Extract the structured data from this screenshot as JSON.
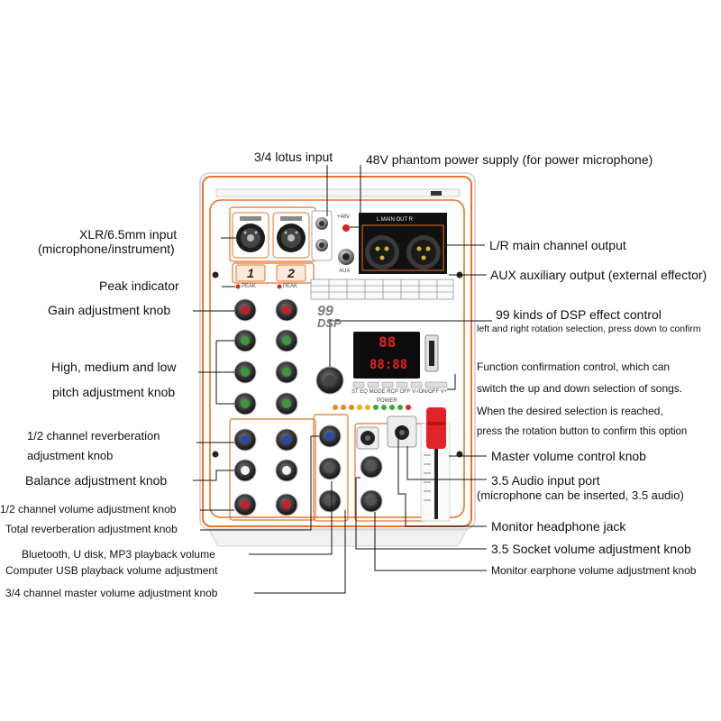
{
  "callouts": {
    "lotus_input": "3/4 lotus input",
    "phantom_power": "48V phantom power supply (for power microphone)",
    "xlr_input": "XLR/6.5mm input",
    "xlr_input_sub": "(microphone/instrument)",
    "peak_indicator": "Peak indicator",
    "gain_knob": "Gain adjustment knob",
    "eq_line1": "High, medium and low",
    "eq_line2": "pitch adjustment knob",
    "reverb_line1": "1/2 channel reverberation",
    "reverb_line2": "adjustment knob",
    "balance_knob": "Balance adjustment knob",
    "channel_volume": "1/2 channel volume adjustment knob",
    "total_reverb": "Total reverberation adjustment knob",
    "bt_volume": "Bluetooth, U disk, MP3 playback volume",
    "usb_volume": "Computer USB playback volume adjustment",
    "ch34_master": "3/4 channel master volume adjustment knob",
    "main_output": "L/R main channel output",
    "aux_output": "AUX auxiliary output (external effector)",
    "dsp_line1": "99 kinds of DSP effect control",
    "dsp_line2": "left and right rotation selection, press down to confirm",
    "function_line1": "Function confirmation control, which can",
    "function_line2": "switch the up and down selection of songs.",
    "function_line3": "When the desired selection is reached,",
    "function_line4": "press the rotation button to confirm this option",
    "master_volume": "Master volume control knob",
    "audio_input_line1": "3.5 Audio input port",
    "audio_input_line2": "(microphone can be inserted, 3.5 audio)",
    "headphone_jack": "Monitor headphone jack",
    "socket_volume": "3.5 Socket volume adjustment knob",
    "earphone_volume": "Monitor earphone volume adjustment knob"
  },
  "device": {
    "channel_1": "1",
    "channel_2": "2",
    "dsp_number": "99",
    "dsp_text": "DSP",
    "main_out_label": "L   MAIN OUT   R",
    "aux_label": "AUX",
    "phantom_label": "+48V",
    "peak_label": "PEAK",
    "lcd_top": "88",
    "lcd_bottom": "88:88",
    "power_label": "POWER",
    "player_buttons": "ST  EQ  MODE  RCP  OFF  V-/ON/OFF V+"
  },
  "colors": {
    "chassis_orange": "#e8732a",
    "knob_red": "#c8202a",
    "knob_green": "#3a9a3a",
    "knob_blue": "#2a4aa8",
    "led_display": "#e62020",
    "fader_red": "#e0242a",
    "leader_line": "#111111"
  }
}
